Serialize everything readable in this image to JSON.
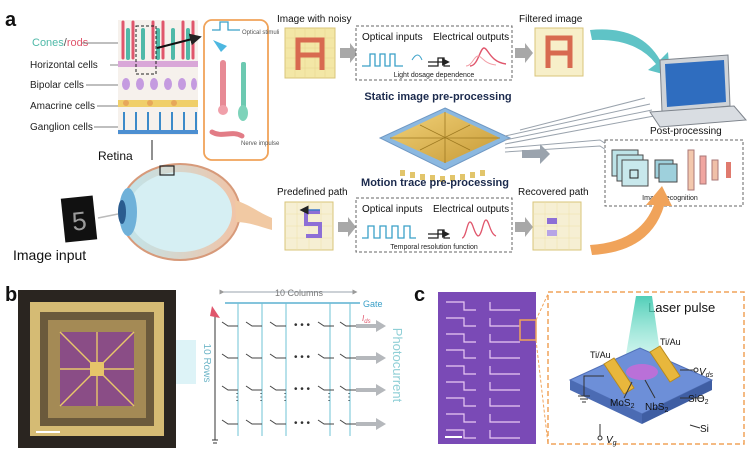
{
  "panels": {
    "a": {
      "letter": "a",
      "retina_labels": {
        "cones_rods_cones": "Cones",
        "cones_rods_slash": "/",
        "cones_rods_rods": "rods",
        "horizontal": "Horizontal cells",
        "bipolar": "Bipolar cells",
        "amacrine": "Amacrine cells",
        "ganglion": "Ganglion cells",
        "retina": "Retina"
      },
      "callout_labels": {
        "optical_stimuli": "Optical stimuli",
        "nerve_impulse": "Nerve impulse"
      },
      "image_input": {
        "label": "Image input",
        "digit": "5"
      },
      "static": {
        "input_label": "Image with noisy",
        "optical_inputs": "Optical inputs",
        "electrical_outputs": "Electrical outputs",
        "function_label": "Light dosage dependence",
        "output_label": "Filtered image",
        "title": "Static image pre-processing"
      },
      "motion": {
        "input_label": "Predefined path",
        "optical_inputs": "Optical inputs",
        "electrical_outputs": "Electrical outputs",
        "function_label": "Temporal resolution function",
        "output_label": "Recovered path",
        "title": "Motion trace pre-processing"
      },
      "post": {
        "title": "Post-processing",
        "recognition_label": "Image recognition"
      },
      "colors": {
        "cones": "#4fb9a8",
        "rods": "#e0566c",
        "static_title": "#1b2a4d",
        "accent_arrow": "#5fc3c6",
        "orange_arrow": "#f0a35a"
      }
    },
    "b": {
      "letter": "b",
      "columns_label": "10 Columns",
      "rows_label": "10 Rows",
      "gate_label": "Gate",
      "ids_label": "I",
      "ids_sub": "ds",
      "photocurrent_label": "Photocurrent",
      "colors": {
        "gate": "#3aa0c8",
        "grid": "#6fc3d6",
        "photocurrent": "#8fcfd6"
      }
    },
    "c": {
      "letter": "c",
      "laser_label": "Laser pulse",
      "electrode_left": "Ti/Au",
      "electrode_right": "Ti/Au",
      "vds_v": "V",
      "vds_sub": "ds",
      "vg_v": "V",
      "vg_sub": "g",
      "mos2": "MoS",
      "mos2_sub": "2",
      "nbs2": "NbS",
      "nbs2_sub": "2",
      "sio2": "SiO",
      "sio2_sub": "2",
      "si": "Si",
      "colors": {
        "substrate": "#6d8fd8",
        "electrode": "#e8b73c",
        "laser": "#6fd8c6",
        "purple": "#8c3fb0"
      }
    }
  }
}
